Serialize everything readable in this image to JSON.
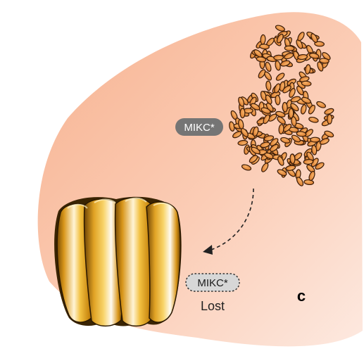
{
  "diagram": {
    "colors": {
      "background_gradient_start": "#f9b99a",
      "background_gradient_end": "#fde6dc",
      "pollen_fill": "#e58a3a",
      "pollen_stroke": "#3a1c08",
      "pollen_highlight": "#f7b36b",
      "stamen_gold": "#e0a020",
      "stamen_highlight": "#fff6d8",
      "stamen_dark": "#8a5a08",
      "badge_fill": "#707070",
      "badge_text": "#ffffff",
      "lost_badge_fill": "#d9d9d9",
      "arrow_color": "#222222",
      "panel_letter_color": "#000000"
    },
    "labels": {
      "mikc_present": "MIKC*",
      "mikc_lost": "MIKC*",
      "lost_caption": "Lost",
      "panel_letter": "c"
    },
    "icons": {
      "pollen_cluster": "pollen-grains-icon",
      "anther": "anther-icon",
      "arrow": "dashed-curved-arrow-icon"
    }
  }
}
